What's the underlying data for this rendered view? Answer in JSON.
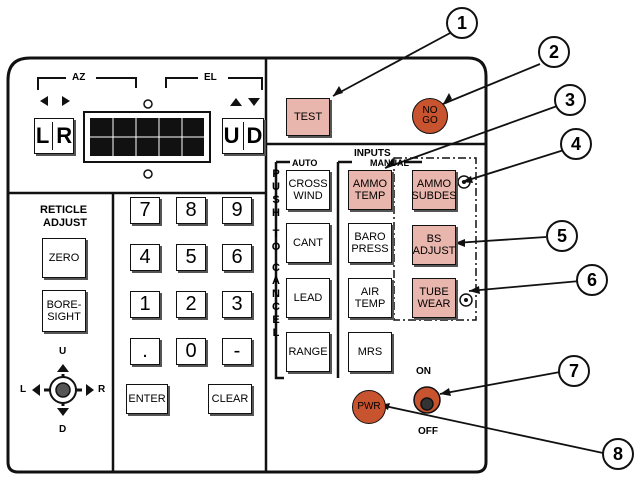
{
  "az_el": {
    "az": "AZ",
    "el": "EL",
    "l": "L",
    "r": "R",
    "u": "U",
    "d": "D"
  },
  "reticle": {
    "title_line1": "RETICLE",
    "title_line2": "ADJUST",
    "zero": "ZERO",
    "boresight_line1": "BORE-",
    "boresight_line2": "SIGHT",
    "u": "U",
    "d": "D",
    "l": "L",
    "r": "R"
  },
  "keypad": {
    "keys": [
      "7",
      "8",
      "9",
      "4",
      "5",
      "6",
      "1",
      "2",
      "3",
      ".",
      "0",
      "-"
    ],
    "enter": "ENTER",
    "clear": "CLEAR"
  },
  "top_panel": {
    "test": "TEST",
    "nogo_line1": "NO",
    "nogo_line2": "GO"
  },
  "inputs": {
    "title": "INPUTS",
    "auto": "AUTO",
    "manual": "MANUAL",
    "push_to_cancel": [
      "P",
      "U",
      "S",
      "H",
      "",
      "T",
      "O",
      "",
      "C",
      "A",
      "N",
      "C",
      "E",
      "L"
    ],
    "auto_buttons": [
      {
        "line1": "CROSS",
        "line2": "WIND"
      },
      {
        "line1": "CANT",
        "line2": ""
      },
      {
        "line1": "LEAD",
        "line2": ""
      },
      {
        "line1": "RANGE",
        "line2": ""
      }
    ],
    "manual_buttons": [
      {
        "line1": "AMMO",
        "line2": "TEMP"
      },
      {
        "line1": "BARO",
        "line2": "PRESS"
      },
      {
        "line1": "AIR",
        "line2": "TEMP"
      },
      {
        "line1": "MRS",
        "line2": ""
      }
    ],
    "right_buttons": [
      {
        "line1": "AMMO",
        "line2": "SUBDES"
      },
      {
        "line1": "BS",
        "line2": "ADJUST"
      },
      {
        "line1": "TUBE",
        "line2": "WEAR"
      }
    ]
  },
  "power": {
    "pwr": "PWR",
    "on": "ON",
    "off": "OFF"
  },
  "callouts": [
    "1",
    "2",
    "3",
    "4",
    "5",
    "6",
    "7",
    "8"
  ]
}
